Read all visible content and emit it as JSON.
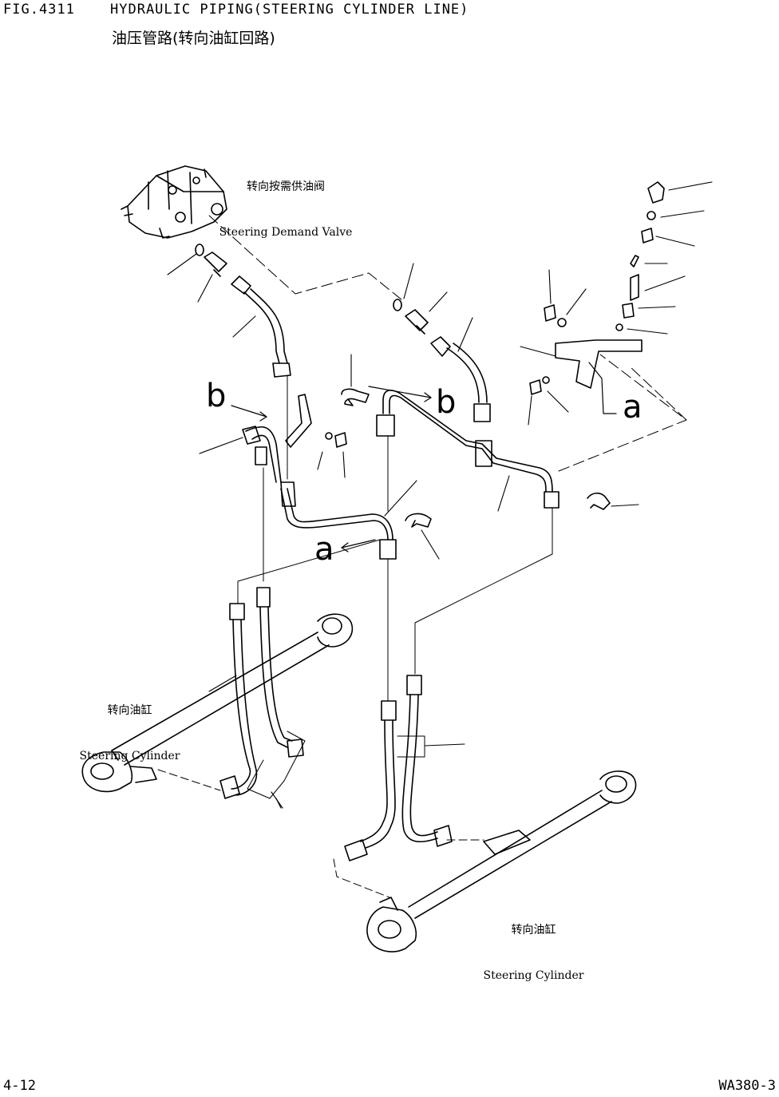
{
  "header": {
    "fig_number": "FIG.4311",
    "title_en": "HYDRAULIC PIPING(STEERING CYLINDER LINE)",
    "title_cn": "油压管路(转向油缸回路)"
  },
  "labels": {
    "valve_cn": "转向按需供油阀",
    "valve_en": "Steering Demand Valve",
    "cyl_left_cn": "转向油缸",
    "cyl_left_en": "Steering Cylinder",
    "cyl_right_cn": "转向油缸",
    "cyl_right_en": "Steering Cylinder"
  },
  "ref_letters": {
    "b_left": "b",
    "b_right": "b",
    "a_right": "a",
    "a_center": "a"
  },
  "footer": {
    "page": "4-12",
    "model": "WA380-3"
  }
}
